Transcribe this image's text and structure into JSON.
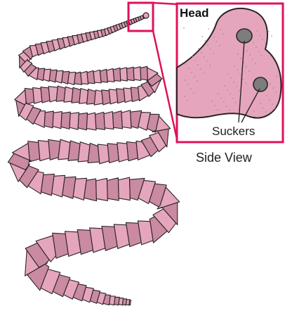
{
  "labels": {
    "head": "Head",
    "suckers": "Suckers",
    "view": "Side View"
  },
  "colors": {
    "segment_fill": "#e5a6bd",
    "segment_dark": "#c98aa2",
    "outline": "#2b2426",
    "callout": "#e0105c",
    "speckle": "#b5788e",
    "sucker_fill": "#7d7d7d"
  }
}
